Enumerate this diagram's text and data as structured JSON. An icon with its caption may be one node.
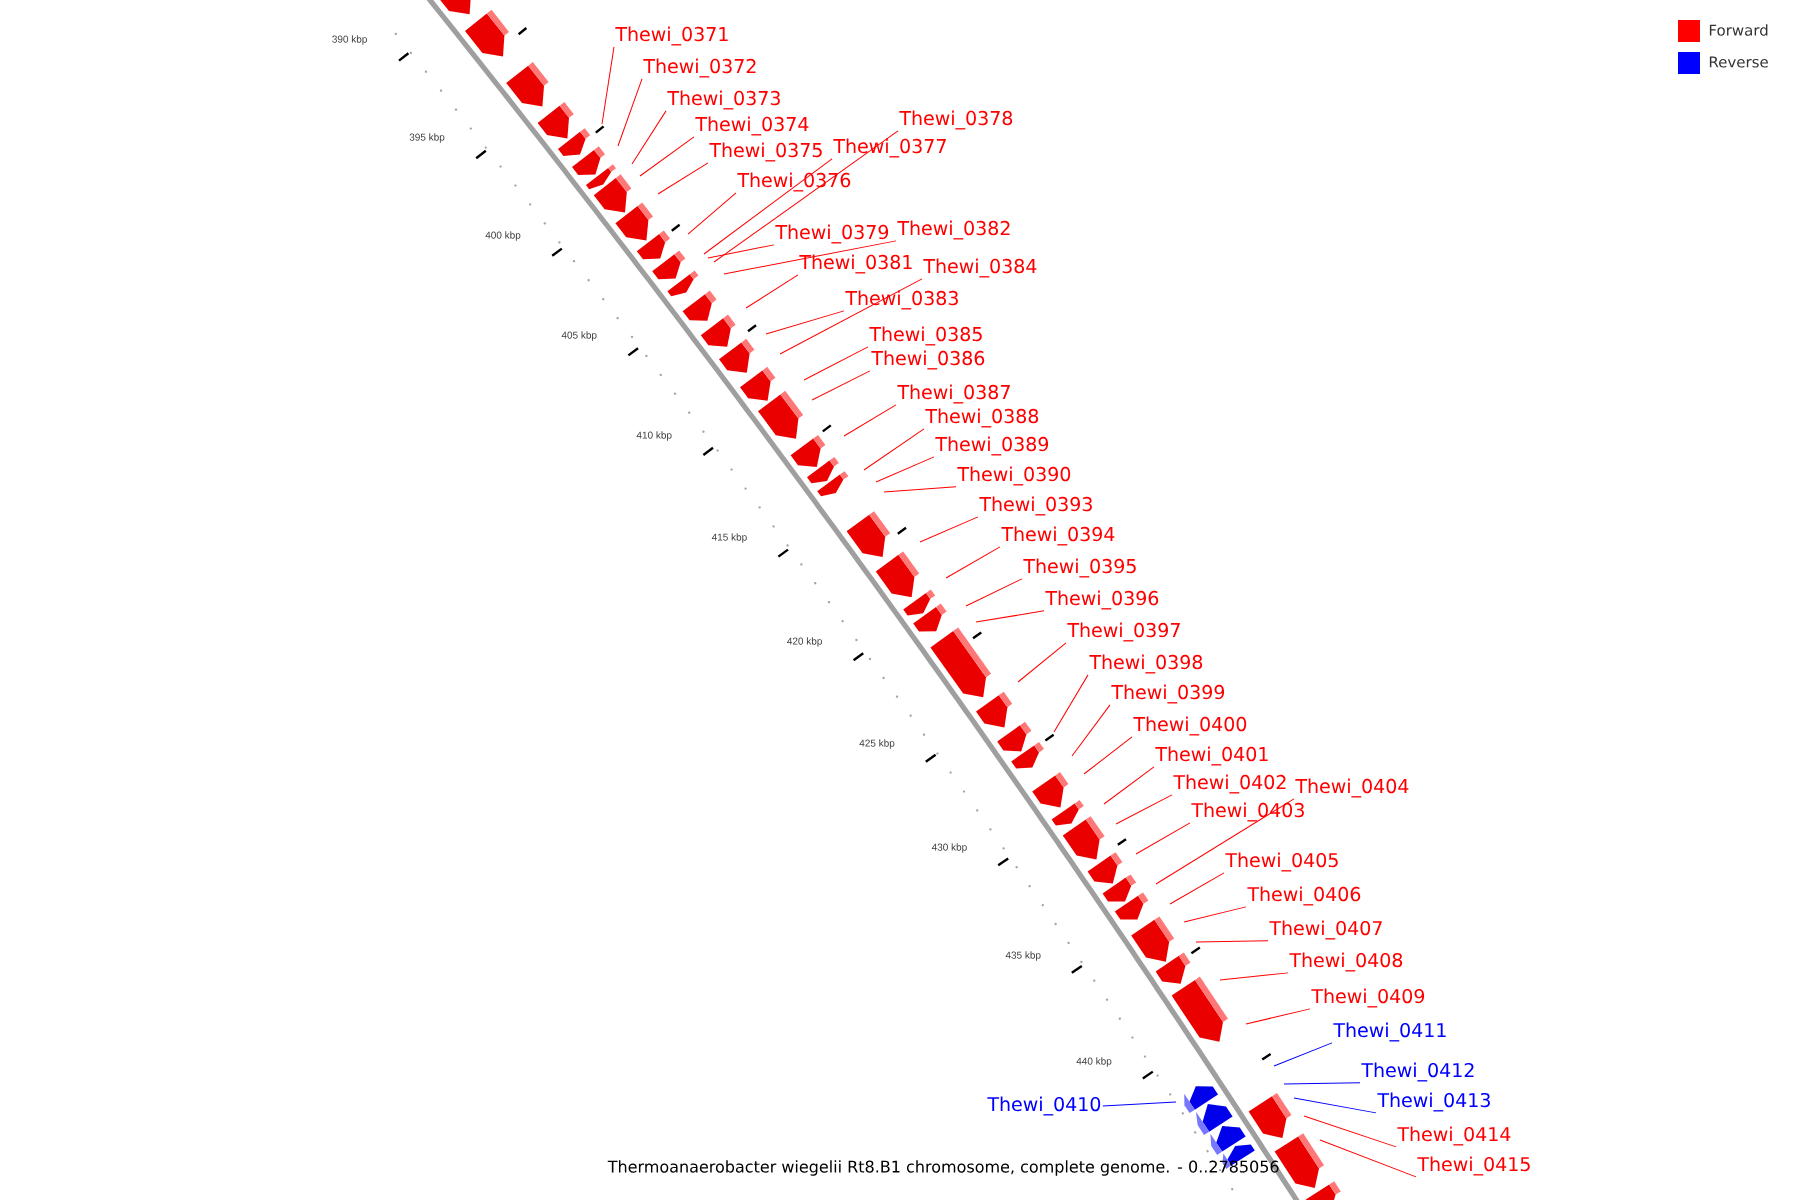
{
  "diagram": {
    "caption": "Thermoanaerobacter wiegelii Rt8.B1 chromosome, complete genome. - 0..2785056",
    "nodes": [
      {
        "text": [
          "Thewi_0371"
        ]
      },
      {
        "text": [
          "Thewi_0372"
        ]
      },
      {
        "text": [
          "Thewi_0373"
        ]
      },
      {
        "text": [
          "Thewi_0378"
        ]
      },
      {
        "text": [
          "Thewi_0374"
        ]
      },
      {
        "text": [
          "Thewi_0377"
        ]
      },
      {
        "text": [
          "Thewi_0375"
        ]
      },
      {
        "text": [
          "Thewi_0376"
        ]
      },
      {
        "text": [
          "Thewi_0382"
        ]
      },
      {
        "text": [
          "Thewi_0379"
        ]
      },
      {
        "text": [
          "Thewi_0381"
        ]
      },
      {
        "text": [
          "Thewi_0384"
        ]
      },
      {
        "text": [
          "Thewi_0383"
        ]
      },
      {
        "text": [
          "Thewi_0385"
        ]
      },
      {
        "text": [
          "Thewi_0386"
        ]
      },
      {
        "text": [
          "Thewi_0387"
        ]
      },
      {
        "text": [
          "Thewi_0388"
        ]
      },
      {
        "text": [
          "Thewi_0389"
        ]
      },
      {
        "text": [
          "Thewi_0390"
        ]
      },
      {
        "text": [
          "Thewi_0393"
        ]
      },
      {
        "text": [
          "Thewi_0394"
        ]
      },
      {
        "text": [
          "Thewi_0395"
        ]
      },
      {
        "text": [
          "Thewi_0396"
        ]
      },
      {
        "text": [
          "Thewi_0397"
        ]
      },
      {
        "text": [
          "Thewi_0398"
        ]
      },
      {
        "text": [
          "Thewi_0399"
        ]
      },
      {
        "text": [
          "Thewi_0400"
        ]
      },
      {
        "text": [
          "Thewi_0401"
        ]
      },
      {
        "text": [
          "Thewi_0402"
        ]
      },
      {
        "text": [
          "Thewi_0404"
        ]
      },
      {
        "text": [
          "Thewi_0403"
        ]
      },
      {
        "text": [
          "Thewi_0405"
        ]
      },
      {
        "text": [
          "Thewi_0406"
        ]
      },
      {
        "text": [
          "Thewi_0407"
        ]
      },
      {
        "text": [
          "Thewi_0408"
        ]
      },
      {
        "text": [
          "Thewi_0409"
        ]
      },
      {
        "text": [
          "Thewi_0411"
        ]
      },
      {
        "text": [
          "Thewi_0412"
        ]
      },
      {
        "text": [
          "Thewi_0413"
        ]
      },
      {
        "text": [
          "Thewi_0410"
        ]
      },
      {
        "text": [
          "Thewi_0414"
        ]
      },
      {
        "text": [
          "Thewi_0415"
        ]
      }
    ],
    "edges": [
      {
        "from": 0,
        "to": null,
        "arrow": "none"
      },
      {
        "from": 1,
        "to": null,
        "arrow": "none"
      },
      {
        "from": 2,
        "to": null,
        "arrow": "none"
      },
      {
        "from": 3,
        "to": null,
        "arrow": "none"
      },
      {
        "from": 4,
        "to": null,
        "arrow": "none"
      },
      {
        "from": 5,
        "to": null,
        "arrow": "none"
      },
      {
        "from": 6,
        "to": null,
        "arrow": "none"
      },
      {
        "from": 7,
        "to": null,
        "arrow": "none"
      },
      {
        "from": 8,
        "to": null,
        "arrow": "none"
      },
      {
        "from": 9,
        "to": null,
        "arrow": "none"
      },
      {
        "from": 10,
        "to": null,
        "arrow": "none"
      },
      {
        "from": 11,
        "to": null,
        "arrow": "none"
      },
      {
        "from": 12,
        "to": null,
        "arrow": "none"
      },
      {
        "from": 13,
        "to": null,
        "arrow": "none"
      },
      {
        "from": 14,
        "to": null,
        "arrow": "none"
      },
      {
        "from": 15,
        "to": null,
        "arrow": "none"
      },
      {
        "from": 16,
        "to": null,
        "arrow": "none"
      },
      {
        "from": 17,
        "to": null,
        "arrow": "none"
      },
      {
        "from": 18,
        "to": null,
        "arrow": "none"
      },
      {
        "from": 19,
        "to": null,
        "arrow": "none"
      },
      {
        "from": 20,
        "to": null,
        "arrow": "none"
      },
      {
        "from": 21,
        "to": null,
        "arrow": "none"
      },
      {
        "from": 22,
        "to": null,
        "arrow": "none"
      },
      {
        "from": 23,
        "to": null,
        "arrow": "none"
      },
      {
        "from": 24,
        "to": null,
        "arrow": "none"
      },
      {
        "from": 25,
        "to": null,
        "arrow": "none"
      },
      {
        "from": 26,
        "to": null,
        "arrow": "none"
      },
      {
        "from": 27,
        "to": null,
        "arrow": "none"
      },
      {
        "from": 28,
        "to": null,
        "arrow": "none"
      },
      {
        "from": 29,
        "to": null,
        "arrow": "none"
      },
      {
        "from": 30,
        "to": null,
        "arrow": "none"
      },
      {
        "from": 31,
        "to": null,
        "arrow": "none"
      },
      {
        "from": 32,
        "to": null,
        "arrow": "none"
      },
      {
        "from": 33,
        "to": null,
        "arrow": "none"
      },
      {
        "from": 34,
        "to": null,
        "arrow": "none"
      },
      {
        "from": 35,
        "to": null,
        "arrow": "none"
      },
      {
        "from": 36,
        "to": null,
        "arrow": "none",
        "color": "#0000ff"
      },
      {
        "from": 37,
        "to": null,
        "arrow": "none",
        "color": "#0000ff"
      },
      {
        "from": 38,
        "to": null,
        "arrow": "none",
        "color": "#0000ff"
      },
      {
        "from": 39,
        "to": null,
        "arrow": "none",
        "color": "#0000ff"
      },
      {
        "from": 40,
        "to": null,
        "arrow": "none"
      },
      {
        "from": 41,
        "to": null,
        "arrow": "none"
      }
    ],
    "labels": [
      "390 kbp",
      "395 kbp",
      "400 kbp",
      "405 kbp",
      "410 kbp",
      "415 kbp",
      "420 kbp",
      "425 kbp",
      "430 kbp",
      "435 kbp",
      "440 kbp"
    ],
    "legend": [
      {
        "text": "Forward",
        "color": "#ff0000"
      },
      {
        "text": "Reverse",
        "color": "#0000ff"
      }
    ]
  }
}
